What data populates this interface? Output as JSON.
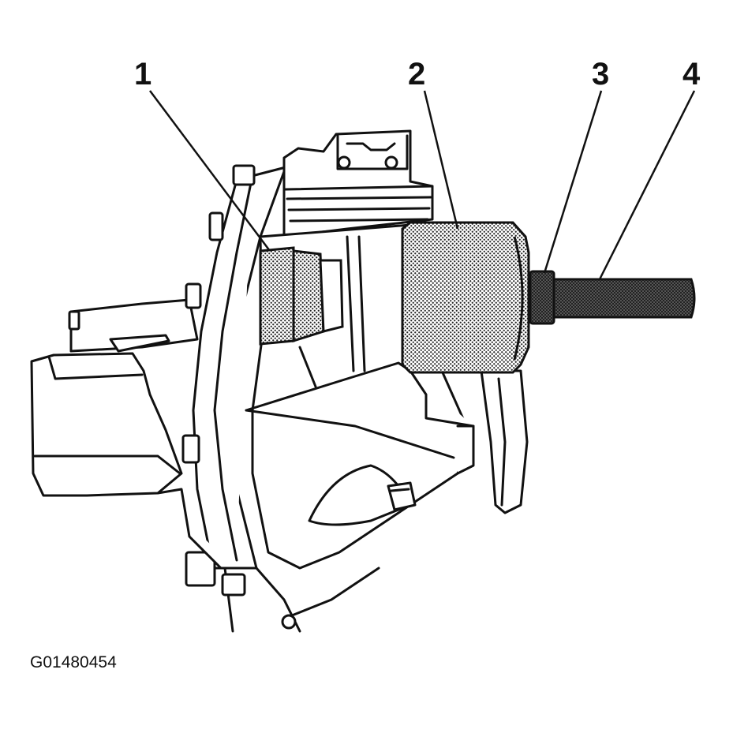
{
  "figure": {
    "callouts": [
      {
        "label": "1",
        "part": "bushing-adapter"
      },
      {
        "label": "2",
        "part": "tool-body"
      },
      {
        "label": "3",
        "part": "nut"
      },
      {
        "label": "4",
        "part": "forcing-screw"
      }
    ],
    "figure_id": "G01480454"
  },
  "colors": {
    "line": "#111111",
    "background": "#ffffff"
  }
}
